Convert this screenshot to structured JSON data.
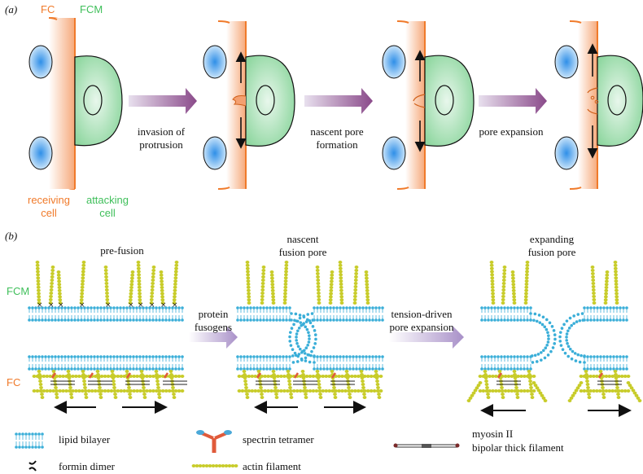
{
  "panel_a": {
    "label": "(a)",
    "fc_label": "FC",
    "fcm_label": "FCM",
    "receiving_line1": "receiving",
    "receiving_line2": "cell",
    "attacking_line1": "attacking",
    "attacking_line2": "cell",
    "steps": [
      {
        "line1": "invasion of",
        "line2": "protrusion"
      },
      {
        "line1": "nascent pore",
        "line2": "formation"
      },
      {
        "line1": "pore expansion",
        "line2": ""
      }
    ]
  },
  "panel_b": {
    "label": "(b)",
    "stage1": {
      "line1": "pre-fusion",
      "line2": ""
    },
    "stage2": {
      "line1": "nascent",
      "line2": "fusion pore"
    },
    "stage3": {
      "line1": "expanding",
      "line2": "fusion pore"
    },
    "fcm_label": "FCM",
    "fc_label": "FC",
    "step1": {
      "line1": "protein",
      "line2": "fusogens"
    },
    "step2": {
      "line1": "tension-driven",
      "line2": "pore expansion"
    }
  },
  "legend": {
    "lipid": "lipid bilayer",
    "formin": "formin dimer",
    "spectrin": "spectrin tetramer",
    "actin": "actin filament",
    "myosin_line1": "myosin II",
    "myosin_line2": "bipolar thick filament"
  },
  "colors": {
    "fc": "#f07a2a",
    "fcm": "#3fbf5a",
    "lipid": "#3aaed8",
    "actin": "#c8cc2a",
    "arrow_gradient": "#8a4a8a"
  }
}
